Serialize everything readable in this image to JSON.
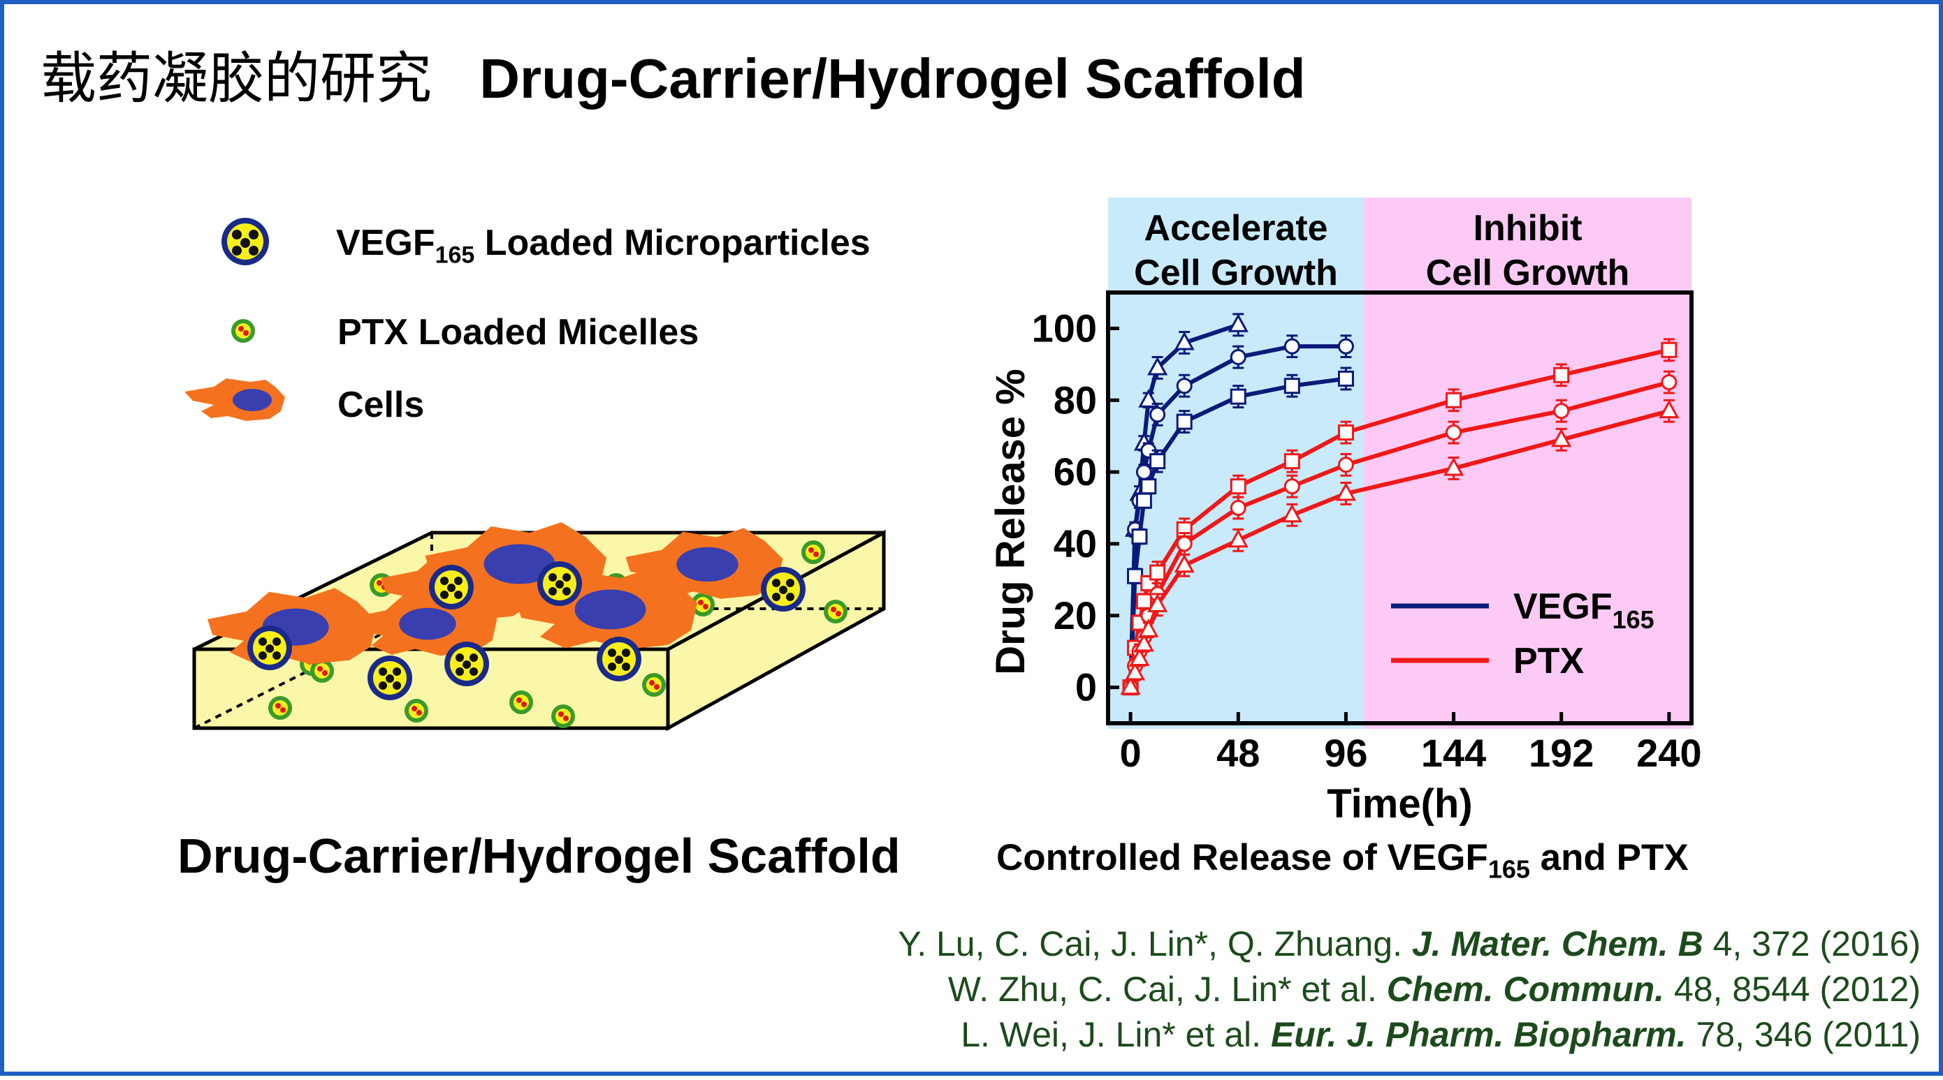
{
  "slide": {
    "title_cn": "载药凝胶的研究",
    "title_en": "Drug-Carrier/Hydrogel Scaffold",
    "border_color": "#1f5fc4"
  },
  "illustration": {
    "legend": [
      {
        "icon": "vegf-microparticle-icon",
        "text": "VEGF",
        "sub": "165",
        "text_after": " Loaded Microparticles"
      },
      {
        "icon": "ptx-micelle-icon",
        "text": "PTX Loaded Micelles"
      },
      {
        "icon": "cell-icon",
        "text": "Cells"
      }
    ],
    "caption": "Drug-Carrier/Hydrogel Scaffold",
    "colors": {
      "gel": "#fbf7a8",
      "cell": "#f4721f",
      "nucleus": "#3a3fb0",
      "particle": "#1a2a8a",
      "micelle": "#3a9a2a"
    }
  },
  "chart_caption": {
    "text": "Controlled Release of VEGF",
    "sub": "165",
    "text_after": " and PTX"
  },
  "chart_data": {
    "type": "line",
    "xlabel": "Time(h)",
    "ylabel": "Drug Release %",
    "xlim": [
      -10,
      250
    ],
    "ylim": [
      -10,
      110
    ],
    "xticks": [
      0,
      48,
      96,
      144,
      192,
      240
    ],
    "yticks": [
      0,
      20,
      40,
      60,
      80,
      100
    ],
    "regions": [
      {
        "x0": -10,
        "x1": 104,
        "label_line1": "Accelerate",
        "label_line2": "Cell Growth",
        "color": "#c9eafb"
      },
      {
        "x0": 104,
        "x1": 250,
        "label_line1": "Inhibit",
        "label_line2": "Cell Growth",
        "color": "#fccaf4"
      }
    ],
    "legend": [
      {
        "name": "VEGF",
        "sub": "165",
        "color": "#0a1a7a"
      },
      {
        "name": "PTX",
        "color": "#f01818"
      }
    ],
    "series": [
      {
        "group": "VEGF",
        "marker": "triangle",
        "color": "#0a1a7a",
        "x": [
          0,
          2,
          4,
          6,
          8,
          12,
          24,
          48
        ],
        "y": [
          0,
          44,
          54,
          68,
          80,
          89,
          96,
          101
        ],
        "err": [
          0,
          2,
          2,
          2,
          2,
          3,
          3,
          3
        ]
      },
      {
        "group": "VEGF",
        "marker": "circle",
        "color": "#0a1a7a",
        "x": [
          0,
          2,
          4,
          6,
          8,
          12,
          24,
          48,
          72,
          96
        ],
        "y": [
          0,
          44,
          52,
          60,
          66,
          76,
          84,
          92,
          95,
          95
        ],
        "err": [
          0,
          2,
          2,
          2,
          2,
          3,
          3,
          3,
          3,
          3
        ]
      },
      {
        "group": "VEGF",
        "marker": "square",
        "color": "#0a1a7a",
        "x": [
          0,
          2,
          4,
          6,
          8,
          12,
          24,
          48,
          72,
          96
        ],
        "y": [
          0,
          31,
          42,
          52,
          56,
          63,
          74,
          81,
          84,
          86
        ],
        "err": [
          0,
          2,
          2,
          2,
          2,
          3,
          3,
          3,
          3,
          3
        ]
      },
      {
        "group": "PTX",
        "marker": "square",
        "color": "#f01818",
        "x": [
          0,
          2,
          4,
          6,
          8,
          12,
          24,
          48,
          72,
          96,
          144,
          192,
          240
        ],
        "y": [
          0,
          11,
          18,
          24,
          29,
          32,
          44,
          56,
          63,
          71,
          80,
          87,
          94
        ],
        "err": [
          0,
          2,
          2,
          2,
          2,
          3,
          3,
          3,
          3,
          3,
          3,
          3,
          3
        ]
      },
      {
        "group": "PTX",
        "marker": "circle",
        "color": "#f01818",
        "x": [
          0,
          2,
          4,
          6,
          8,
          12,
          24,
          48,
          72,
          96,
          144,
          192,
          240
        ],
        "y": [
          0,
          6,
          10,
          14,
          20,
          26,
          40,
          50,
          56,
          62,
          71,
          77,
          85
        ],
        "err": [
          0,
          2,
          2,
          2,
          2,
          3,
          3,
          3,
          3,
          3,
          3,
          3,
          3
        ]
      },
      {
        "group": "PTX",
        "marker": "triangle",
        "color": "#f01818",
        "x": [
          0,
          2,
          4,
          6,
          8,
          12,
          24,
          48,
          72,
          96,
          144,
          192,
          240
        ],
        "y": [
          0,
          4,
          8,
          12,
          16,
          23,
          34,
          41,
          48,
          54,
          61,
          69,
          77
        ],
        "err": [
          0,
          2,
          2,
          2,
          2,
          3,
          3,
          3,
          3,
          3,
          3,
          3,
          3
        ]
      }
    ]
  },
  "references": [
    {
      "authors": "Y. Lu, C. Cai, J. Lin*, Q. Zhuang. ",
      "journal": "J. Mater. Chem. B",
      "details": " 4, 372 (2016)"
    },
    {
      "authors": "W. Zhu, C. Cai, J. Lin* et al. ",
      "journal": "Chem. Commun.",
      "details": " 48, 8544 (2012)"
    },
    {
      "authors": "L. Wei, J. Lin* et al. ",
      "journal": "Eur. J. Pharm. Biopharm.",
      "details": " 78, 346 (2011)"
    }
  ]
}
